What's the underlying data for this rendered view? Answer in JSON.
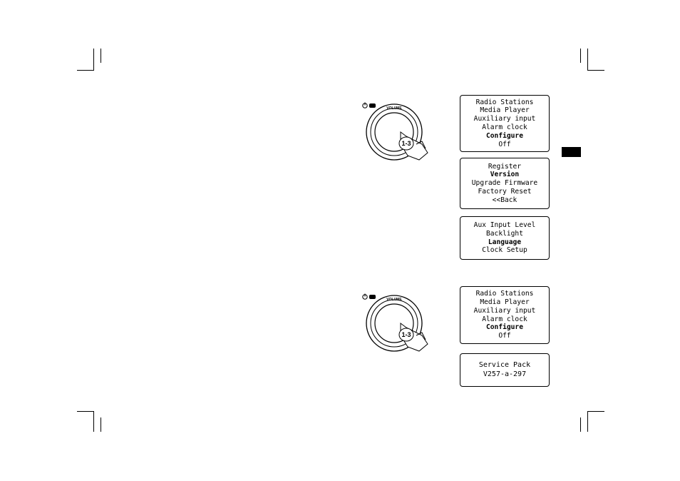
{
  "colors": {
    "ink": "#000000",
    "paper": "#ffffff"
  },
  "knob": {
    "volume_label": "VOLUME",
    "callout_label": "1-3",
    "power_icon": "power-icon"
  },
  "screens": [
    {
      "id": "main-menu-1",
      "lines": [
        "Radio Stations",
        "Media Player",
        "Auxiliary input",
        "Alarm clock",
        "Configure",
        "Off"
      ],
      "selected": 4
    },
    {
      "id": "configure-menu",
      "lines": [
        "Register",
        "Version",
        "Upgrade Firmware",
        "Factory Reset",
        "<<Back"
      ],
      "selected": 1
    },
    {
      "id": "settings-menu",
      "lines": [
        "Aux Input Level",
        "Backlight",
        "Language",
        "Clock Setup"
      ],
      "selected": 2
    },
    {
      "id": "main-menu-2",
      "lines": [
        "Radio Stations",
        "Media Player",
        "Auxiliary input",
        "Alarm clock",
        "Configure",
        "Off"
      ],
      "selected": 4
    },
    {
      "id": "version-screen",
      "lines": [
        "Service Pack",
        "V257-a-297"
      ],
      "selected": -1
    }
  ]
}
